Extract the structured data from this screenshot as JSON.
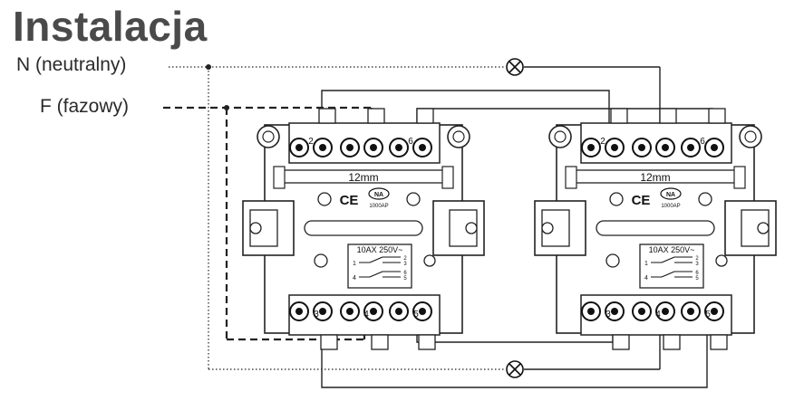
{
  "title": "Instalacja",
  "wires": {
    "neutral_label": "N (neutralny)",
    "phase_label": "F (fazowy)"
  },
  "switch_left": {
    "top_terminals": [
      "2",
      "",
      "6"
    ],
    "bottom_terminals": [
      "3",
      "4",
      "5"
    ],
    "spacing": "12mm",
    "mark_ce": "CE",
    "cert_logo": "NA",
    "cert_code": "1000AP",
    "rating": "10AX 250V~",
    "schema_contacts": [
      "1",
      "4"
    ],
    "schema_right": [
      "2",
      "3",
      "6",
      "5"
    ]
  },
  "switch_right": {
    "top_terminals": [
      "2",
      "",
      "6"
    ],
    "bottom_terminals": [
      "3",
      "4",
      "5"
    ],
    "spacing": "12mm",
    "mark_ce": "CE",
    "cert_logo": "NA",
    "cert_code": "1000AP",
    "rating": "10AX 250V~",
    "schema_contacts": [
      "1",
      "4"
    ],
    "schema_right": [
      "2",
      "3",
      "6",
      "5"
    ]
  }
}
